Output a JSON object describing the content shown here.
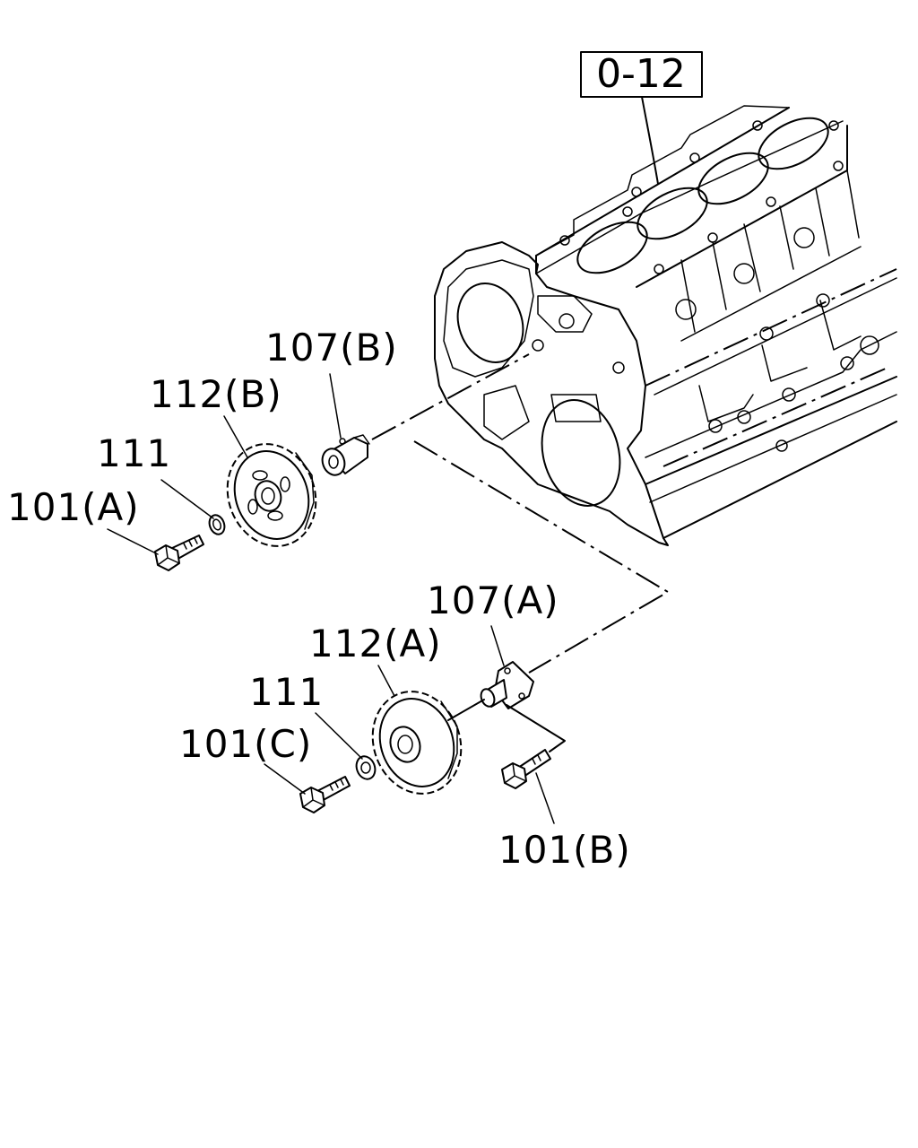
{
  "reference_label": "0-12",
  "callouts": {
    "c107b": "107(B)",
    "c112b": "112(B)",
    "c111_top": "111",
    "c101a": "101(A)",
    "c107a": "107(A)",
    "c112a": "112(A)",
    "c111_bottom": "111",
    "c101c": "101(C)",
    "c101b": "101(B)"
  }
}
